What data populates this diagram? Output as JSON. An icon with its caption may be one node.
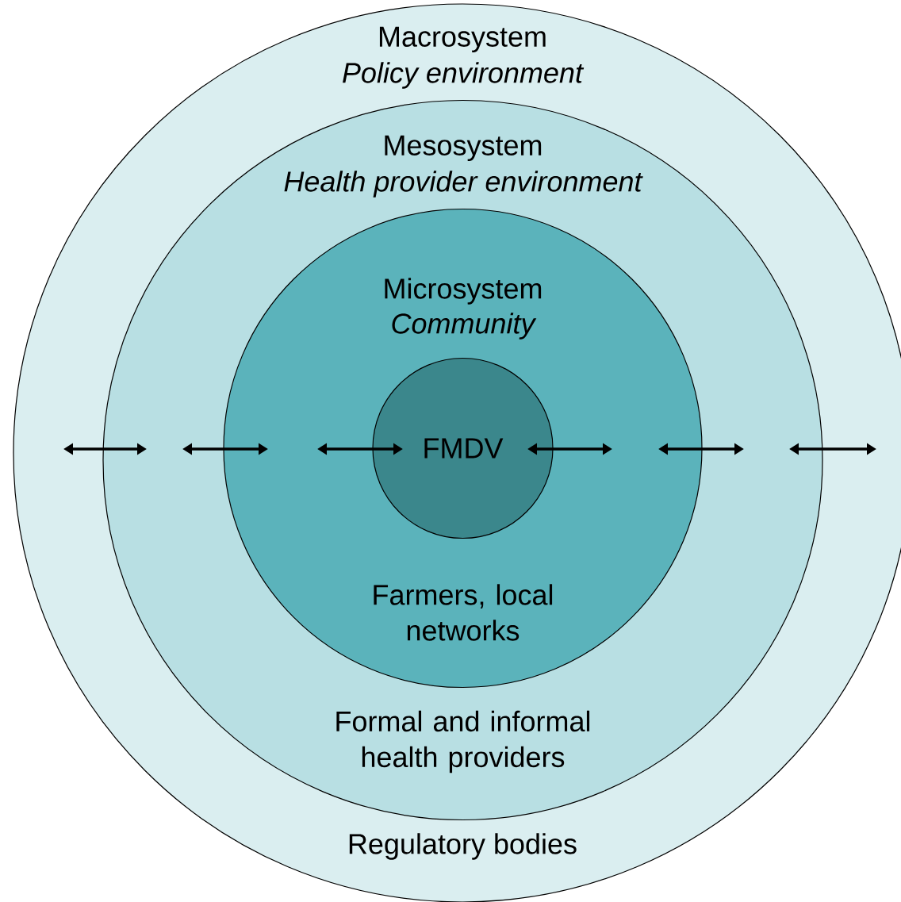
{
  "diagram": {
    "nodes": [
      {
        "text": [
          "Macrosystem",
          "Policy environment",
          "Regulatory bodies"
        ]
      },
      {
        "text": [
          "Mesosystem",
          "Health provider environment",
          "Formal and informal health providers"
        ],
        "in": 0
      },
      {
        "text": [
          "Microsystem",
          "Community",
          "Farmers, local networks"
        ],
        "in": 1
      },
      {
        "text": [
          "FMDV"
        ],
        "in": 2
      }
    ]
  }
}
